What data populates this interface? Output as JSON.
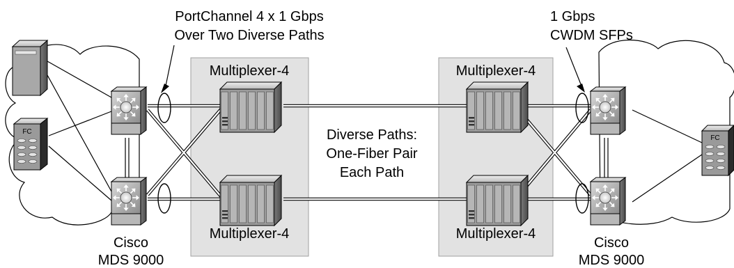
{
  "labels": {
    "portchannel_line1": "PortChannel 4 x 1 Gbps",
    "portchannel_line2": "Over Two Diverse Paths",
    "sfp_line1": "1 Gbps",
    "sfp_line2": "CWDM SFPs",
    "diverse_line1": "Diverse Paths:",
    "diverse_line2": "One-Fiber Pair",
    "diverse_line3": "Each Path",
    "mux_left_top": "Multiplexer-4",
    "mux_left_bottom": "Multiplexer-4",
    "mux_right_top": "Multiplexer-4",
    "mux_right_bottom": "Multiplexer-4",
    "cisco_left_line1": "Cisco",
    "cisco_left_line2": "MDS 9000",
    "cisco_right_line1": "Cisco",
    "cisco_right_line2": "MDS 9000"
  },
  "icons": {
    "storage_badge_left": "FC",
    "storage_badge_right": "FC"
  },
  "colors": {
    "panel_fill": "#e2e2e2",
    "device_gray": "#8a8a8a",
    "device_dark": "#555555"
  }
}
